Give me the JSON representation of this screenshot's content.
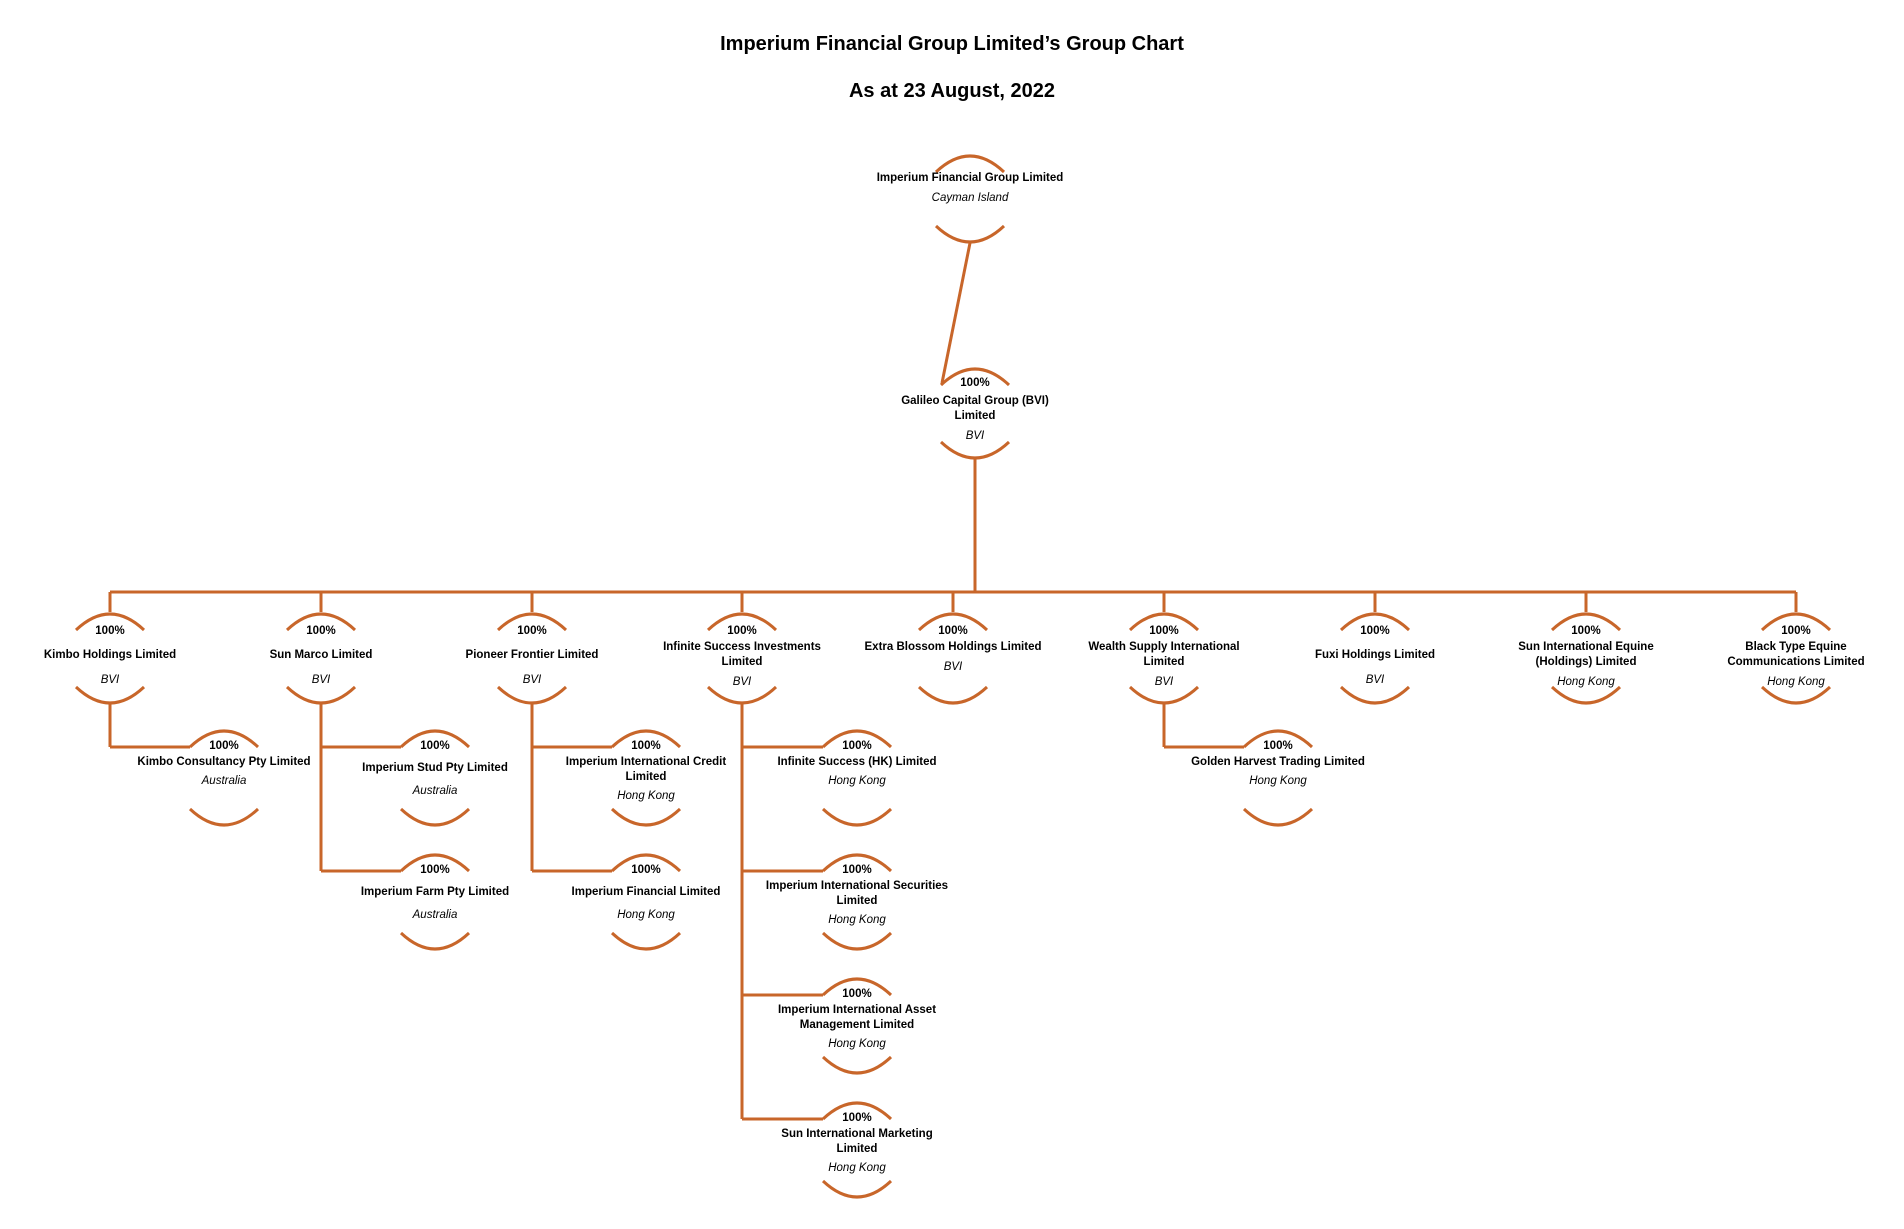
{
  "header": {
    "title": "Imperium Financial Group Limited’s Group Chart",
    "subtitle": "As at 23 August, 2022"
  },
  "colors": {
    "line": "#c8662a",
    "text": "#000000"
  },
  "root": {
    "name": "Imperium Financial Group Limited",
    "location": "Cayman Island"
  },
  "holding": {
    "ownership": "100%",
    "name": "Galileo Capital Group (BVI) Limited",
    "location": "BVI"
  },
  "subsidiaries": [
    {
      "ownership": "100%",
      "name": "Kimbo Holdings Limited",
      "location": "BVI",
      "children": [
        {
          "ownership": "100%",
          "name": "Kimbo Consultancy Pty Limited",
          "location": "Australia"
        }
      ]
    },
    {
      "ownership": "100%",
      "name": "Sun Marco Limited",
      "location": "BVI",
      "children": [
        {
          "ownership": "100%",
          "name": "Imperium Stud Pty Limited",
          "location": "Australia"
        },
        {
          "ownership": "100%",
          "name": "Imperium Farm Pty Limited",
          "location": "Australia"
        }
      ]
    },
    {
      "ownership": "100%",
      "name": "Pioneer Frontier Limited",
      "location": "BVI",
      "children": [
        {
          "ownership": "100%",
          "name": "Imperium International Credit Limited",
          "location": "Hong Kong"
        },
        {
          "ownership": "100%",
          "name": "Imperium Financial Limited",
          "location": "Hong Kong"
        }
      ]
    },
    {
      "ownership": "100%",
      "name": "Infinite Success Investments Limited",
      "location": "BVI",
      "children": [
        {
          "ownership": "100%",
          "name": "Infinite Success (HK) Limited",
          "location": "Hong Kong"
        },
        {
          "ownership": "100%",
          "name": "Imperium International Securities Limited",
          "location": "Hong Kong"
        },
        {
          "ownership": "100%",
          "name": "Imperium International Asset Management Limited",
          "location": "Hong Kong"
        },
        {
          "ownership": "100%",
          "name": "Sun International Marketing Limited",
          "location": "Hong Kong"
        }
      ]
    },
    {
      "ownership": "100%",
      "name": "Extra Blossom Holdings Limited",
      "location": "BVI",
      "children": []
    },
    {
      "ownership": "100%",
      "name": "Wealth Supply International Limited",
      "location": "BVI",
      "children": [
        {
          "ownership": "100%",
          "name": "Golden Harvest Trading Limited",
          "location": "Hong Kong"
        }
      ]
    },
    {
      "ownership": "100%",
      "name": "Fuxi Holdings Limited",
      "location": "BVI",
      "children": []
    },
    {
      "ownership": "100%",
      "name": "Sun International Equine (Holdings) Limited",
      "location": "Hong Kong",
      "children": []
    },
    {
      "ownership": "100%",
      "name": "Black Type Equine Communications Limited",
      "location": "Hong Kong",
      "children": []
    }
  ]
}
